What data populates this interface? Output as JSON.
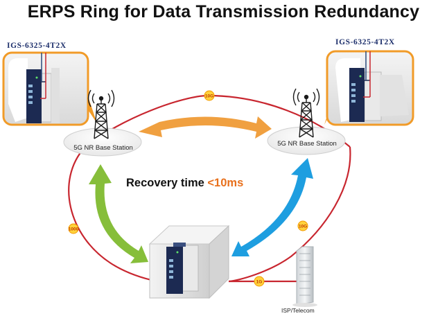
{
  "title": "ERPS Ring for Data Transmission Redundancy",
  "devices": {
    "left_model": "IGS-6325-4T2X",
    "right_model": "IGS-6325-4T2X"
  },
  "stations": {
    "left": "5G NR Base Station",
    "right": "5G NR Base Station"
  },
  "recovery": {
    "label": "Recovery time ",
    "value": "<10ms"
  },
  "links": {
    "top": "10G",
    "left": "1000",
    "right": "10G",
    "isp": "1G"
  },
  "isp": "ISP/Telecom",
  "colors": {
    "ring": "#c8262f",
    "orange_arrow": "#f0a040",
    "green_arrow": "#86be3a",
    "blue_arrow": "#1e9ee0",
    "highlight": "#e8701c"
  }
}
